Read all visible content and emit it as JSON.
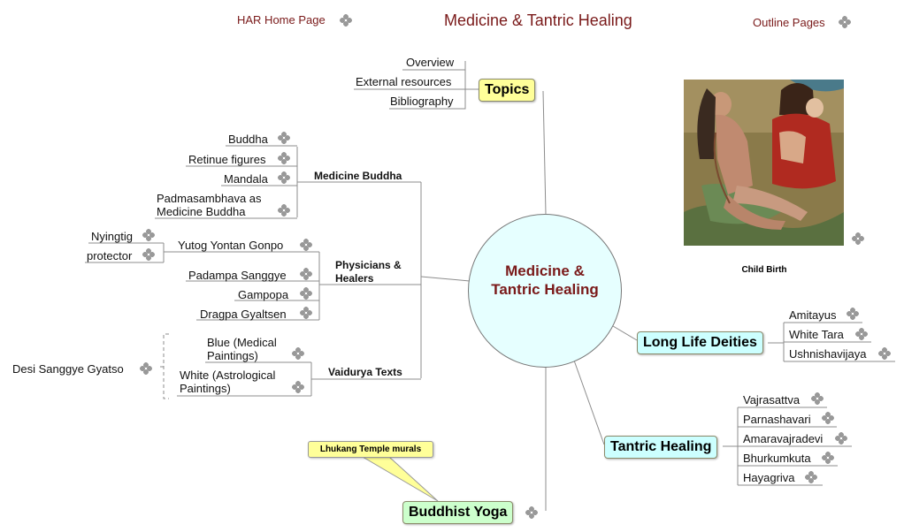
{
  "header": {
    "home_link": "HAR Home Page",
    "title": "Medicine & Tantric Healing",
    "outline_link": "Outline Pages"
  },
  "center": {
    "line1": "Medicine &",
    "line2": "Tantric Healing"
  },
  "topics": {
    "label": "Topics",
    "items": [
      "Overview",
      "External resources",
      "Bibliography"
    ]
  },
  "medicine_buddha": {
    "label": "Medicine Buddha",
    "items": [
      "Buddha",
      "Retinue figures",
      "Mandala",
      "Padmasambhava as Medicine Buddha"
    ]
  },
  "physicians": {
    "label": "Physicians & Healers",
    "items": [
      "Yutog Yontan Gonpo",
      "Padampa Sanggye",
      "Gampopa",
      "Dragpa Gyaltsen"
    ],
    "yutog_children": [
      "Nyingtig",
      "protector"
    ]
  },
  "vaidurya": {
    "label": "Vaidurya Texts",
    "items": [
      "Blue (Medical Paintings)",
      "White (Astrological Paintings)"
    ],
    "side_label": "Desi Sanggye Gyatso"
  },
  "buddhist_yoga": {
    "label": "Buddhist Yoga",
    "callout": "Lhukang Temple murals"
  },
  "long_life": {
    "label": "Long Life Deities",
    "items": [
      "Amitayus",
      "White Tara",
      "Ushnishavijaya"
    ]
  },
  "tantric_healing": {
    "label": "Tantric Healing",
    "items": [
      "Vajrasattva",
      "Parnashavari",
      "Amaravajradevi",
      "Bhurkumkuta",
      "Hayagriva"
    ]
  },
  "image": {
    "caption": "Child Birth"
  },
  "colors": {
    "title_red": "#7a1a1a",
    "topic_yellow": "#ffff99",
    "branch_cyan": "#ccffff",
    "branch_green": "#ccffcc",
    "center_fill": "#e6ffff"
  },
  "icons": {
    "link": "link-icon"
  }
}
